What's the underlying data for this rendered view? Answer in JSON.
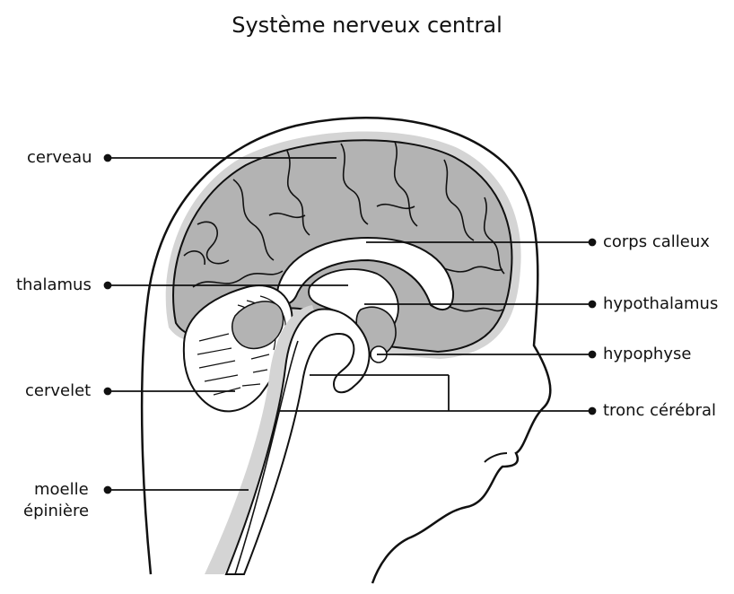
{
  "title": "Système nerveux central",
  "labels": {
    "cerveau": "cerveau",
    "thalamus": "thalamus",
    "cervelet": "cervelet",
    "moelle_line1": "moelle",
    "moelle_line2": "épinière",
    "corps_calleux": "corps calleux",
    "hypothalamus": "hypothalamus",
    "hypophyse": "hypophyse",
    "tronc_cerebral": "tronc cérébral"
  },
  "colors": {
    "brain_fill": "#b3b3b3",
    "halo": "#d4d4d4",
    "outline": "#111111"
  }
}
